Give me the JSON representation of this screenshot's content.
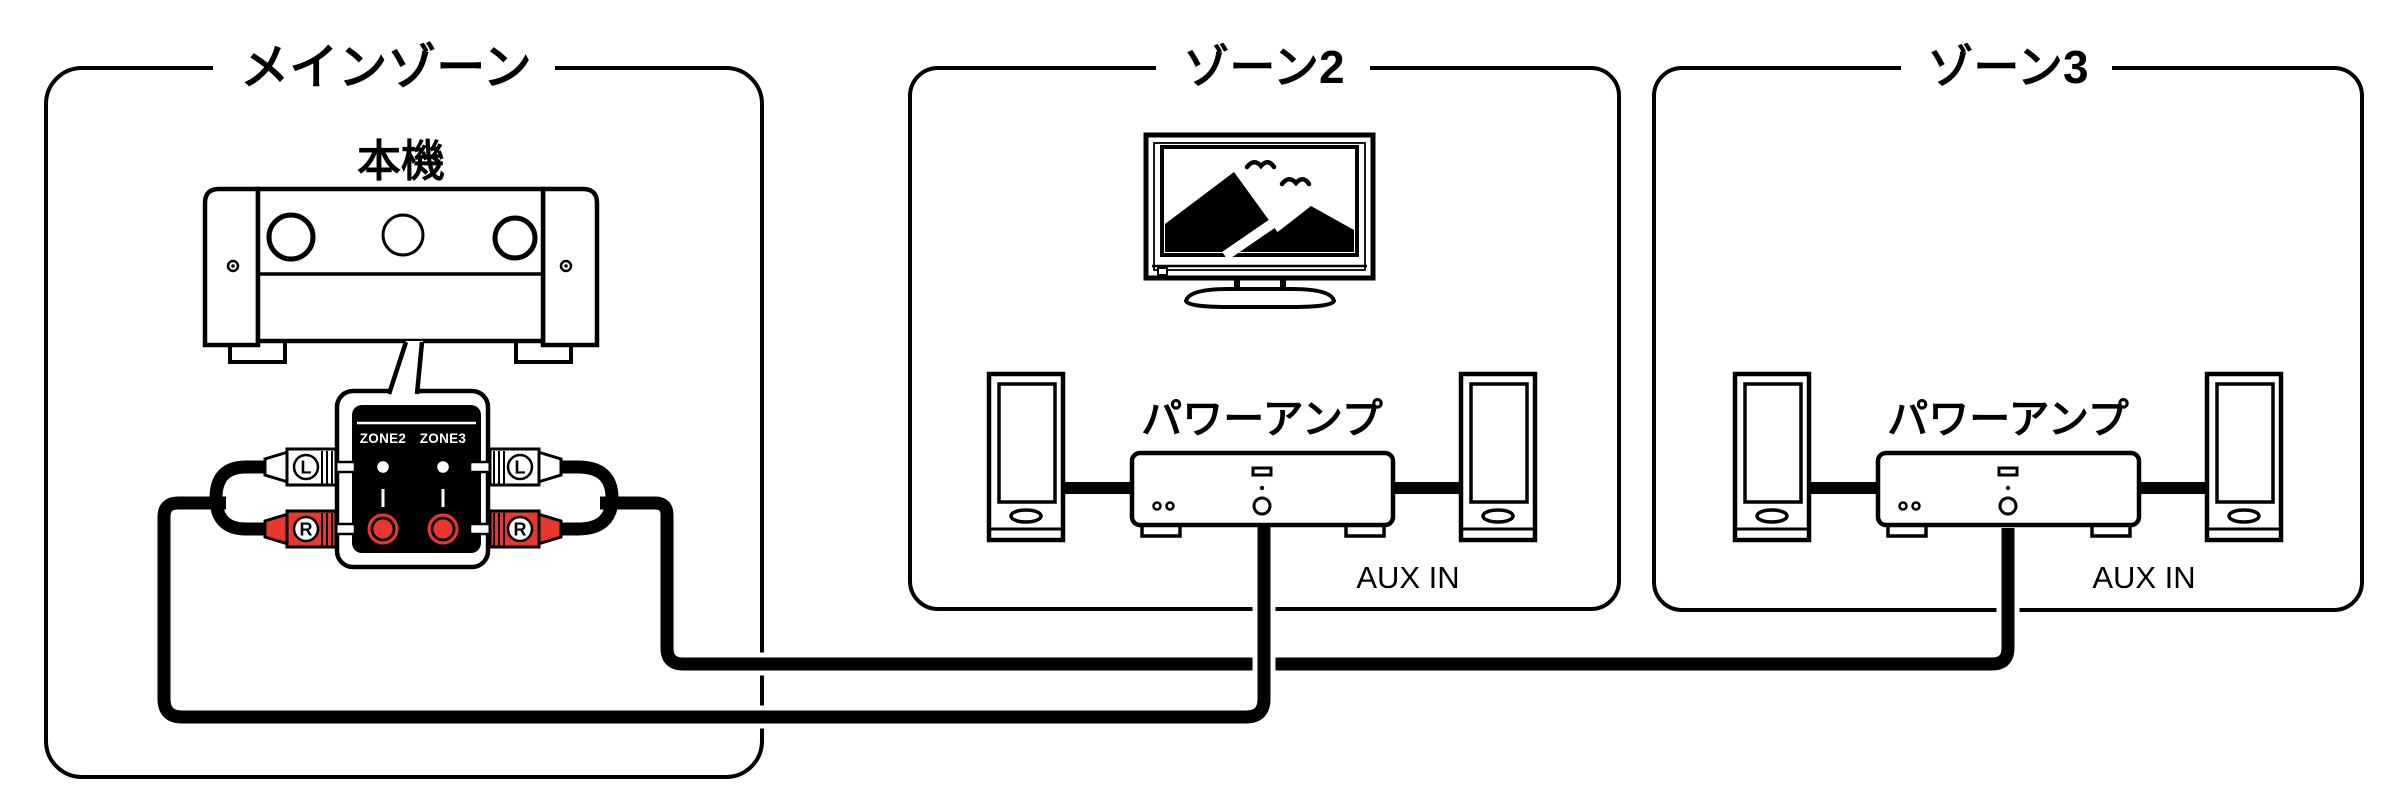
{
  "colors": {
    "line": "#000000",
    "background": "#ffffff",
    "rca_red": "#e8372c"
  },
  "main_zone": {
    "label": "メインゾーン",
    "device_label": "本機",
    "jack_panel": {
      "group_labels": [
        "ZONE2",
        "ZONE3"
      ],
      "left_plugs": {
        "top": "L",
        "bottom": "R"
      },
      "right_plugs": {
        "top": "L",
        "bottom": "R"
      }
    }
  },
  "zone2": {
    "label": "ゾーン2",
    "amp_label": "パワーアンプ",
    "aux_in_label": "AUX IN"
  },
  "zone3": {
    "label": "ゾーン3",
    "amp_label": "パワーアンプ",
    "aux_in_label": "AUX IN"
  }
}
